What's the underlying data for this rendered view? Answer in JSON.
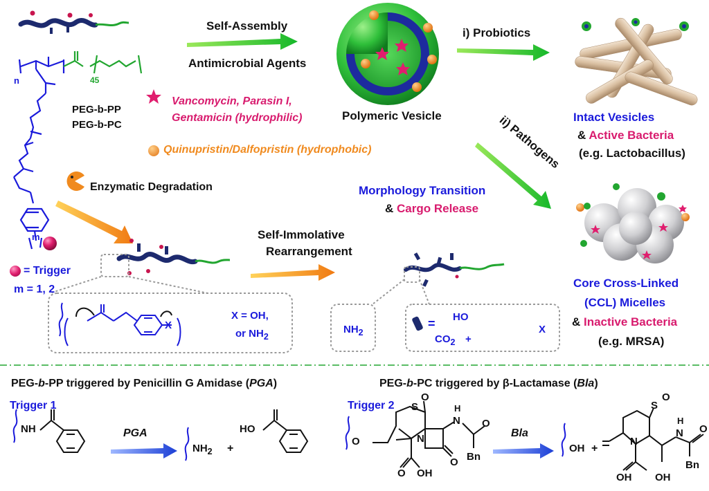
{
  "top": {
    "self_assembly": "Self-Assembly",
    "antimicrobial_agents": "Antimicrobial Agents",
    "polymeric_vesicle": "Polymeric Vesicle",
    "probiotics": "i) Probiotics",
    "pathogens": "ii) Pathogens",
    "intact_vesicles": "Intact Vesicles",
    "and_1": "& ",
    "active_bacteria": "Active Bacteria",
    "lactobacillus": "(e.g. Lactobacillus)",
    "morphology_transition": "Morphology Transition",
    "and_2": "& ",
    "cargo_release": "Cargo Release",
    "ccl_line1": "Core Cross-Linked",
    "ccl_line2": "(CCL) Micelles",
    "and_3": "& ",
    "inactive_bacteria": "Inactive Bacteria",
    "mrsa": "(e.g. MRSA)"
  },
  "polymer": {
    "peg_pp": "PEG-b-PP",
    "peg_pc": "PEG-b-PC",
    "n": "n",
    "m": "m",
    "sub_45": "45",
    "trigger_legend": "= Trigger",
    "m_values": "m = 1, 2"
  },
  "agents": {
    "hydrophilic_line1": "Vancomycin, Parasin I,",
    "hydrophilic_line2": "Gentamicin (hydrophilic)",
    "hydrophobic": "Quinupristin/Dalfopristin (hydrophobic)"
  },
  "mechanism": {
    "enzymatic_degradation": "Enzymatic Degradation",
    "self_immolative_1": "Self-Immolative",
    "self_immolative_2": "Rearrangement",
    "x_values_1": "X = OH,",
    "x_values_2": "or NH",
    "x_values_2_sub": "2",
    "nh2": "NH",
    "nh2_sub": "2",
    "co2": "CO",
    "co2_sub": "2",
    "plus": "+",
    "x_label": "X",
    "equals": "="
  },
  "bottom": {
    "left_title_pre": "PEG-",
    "left_title_b": "b",
    "left_title_post": "-PP triggered by Penicillin G Amidase (",
    "left_title_abbr": "PGA",
    "left_title_end": ")",
    "right_title_pre": "PEG-",
    "right_title_b": "b",
    "right_title_post": "-PC triggered by β-Lactamase (",
    "right_title_abbr": "Bla",
    "right_title_end": ")",
    "trigger1": "Trigger 1",
    "trigger2": "Trigger 2",
    "pga": "PGA",
    "bla": "Bla",
    "nh": "NH",
    "nh2": "NH",
    "nh2_sub": "2",
    "ho": "HO",
    "oh": "OH",
    "bn": "Bn",
    "o": "O",
    "s": "S",
    "n": "N",
    "h": "H",
    "plus": "+"
  },
  "colors": {
    "polymer_blue": "#1a1adb",
    "peg_green": "#22a630",
    "trigger_pink": "#d81b6e",
    "hydrophobic_orange": "#f08a1e",
    "vesicle_green": "#2fbf3a",
    "divider_green": "#22a630"
  }
}
